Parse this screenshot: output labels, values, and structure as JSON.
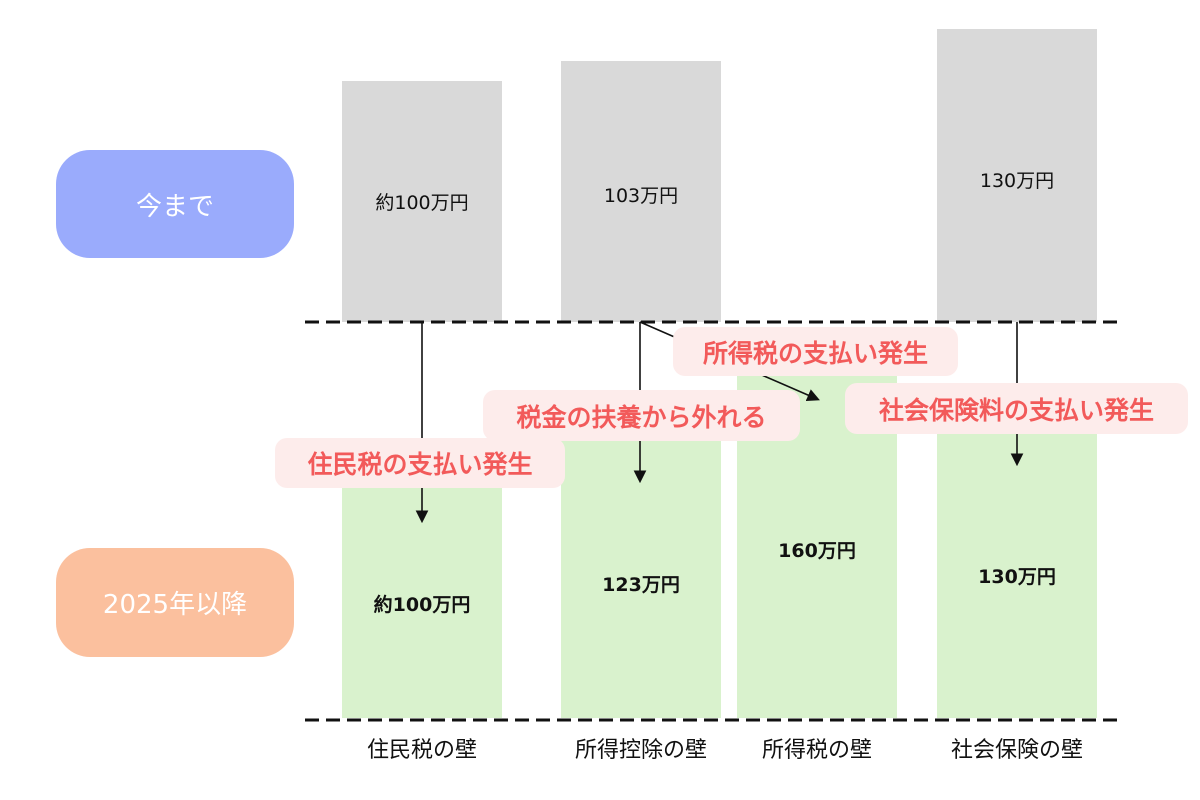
{
  "rows": {
    "before": "今まで",
    "after": "2025年以降"
  },
  "colors": {
    "before": "#9aabfc",
    "after": "#fbc09e",
    "old_bar": "#d9d9d9",
    "new_bar": "#d9f2cd",
    "callout_text": "#f25a5a",
    "callout_bg": "#fdeceb"
  },
  "columns": [
    {
      "category": "住民税の壁",
      "before": "約100万円",
      "after": "約100万円"
    },
    {
      "category": "所得控除の壁",
      "before": "103万円",
      "after": "123万円"
    },
    {
      "category": "所得税の壁",
      "before": null,
      "after": "160万円"
    },
    {
      "category": "社会保険の壁",
      "before": "130万円",
      "after": "130万円"
    }
  ],
  "callouts": {
    "resident_tax": "住民税の支払い発生",
    "dependent": "税金の扶養から外れる",
    "income_tax": "所得税の支払い発生",
    "social_insurance": "社会保険料の支払い発生"
  }
}
